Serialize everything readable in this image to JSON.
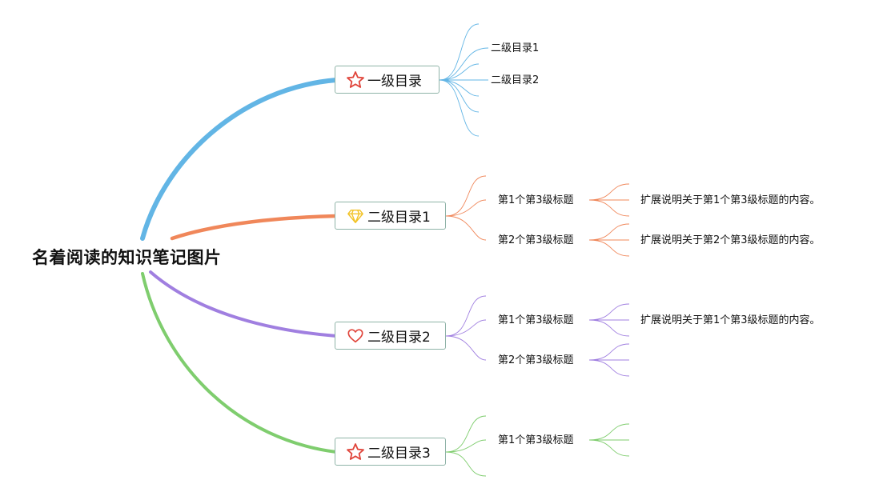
{
  "root": {
    "title": "名着阅读的知识笔记图片"
  },
  "colors": {
    "blue": "#62b5e5",
    "orange": "#f0875a",
    "purple": "#a07fe0",
    "green": "#7fcd6e",
    "node_border": "#8fb3a8",
    "icon_red": "#e0443a",
    "icon_gold": "#f2c224"
  },
  "branches": [
    {
      "label": "一级目录",
      "icon": "star-icon",
      "color": "#62b5e5",
      "children": [
        {
          "label": "二级目录1",
          "children": []
        },
        {
          "label": "二级目录2",
          "children": []
        }
      ]
    },
    {
      "label": "二级目录1",
      "icon": "diamond-icon",
      "color": "#f0875a",
      "children": [
        {
          "label": "第1个第3级标题",
          "children": [
            {
              "label": "扩展说明关于第1个第3级标题的内容。"
            }
          ]
        },
        {
          "label": "第2个第3级标题",
          "children": [
            {
              "label": "扩展说明关于第2个第3级标题的内容。"
            }
          ]
        }
      ]
    },
    {
      "label": "二级目录2",
      "icon": "heart-icon",
      "color": "#a07fe0",
      "children": [
        {
          "label": "第1个第3级标题",
          "children": [
            {
              "label": "扩展说明关于第1个第3级标题的内容。"
            }
          ]
        },
        {
          "label": "第2个第3级标题",
          "children": []
        }
      ]
    },
    {
      "label": "二级目录3",
      "icon": "star-icon",
      "color": "#7fcd6e",
      "children": [
        {
          "label": "第1个第3级标题",
          "children": []
        }
      ]
    }
  ]
}
